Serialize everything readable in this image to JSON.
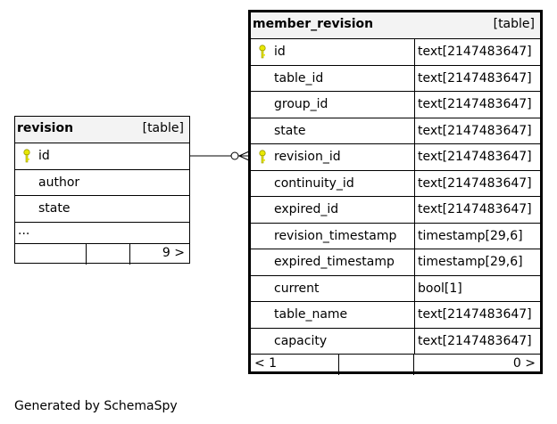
{
  "revision": {
    "name": "revision",
    "type_label": "[table]",
    "columns": [
      {
        "name": "id",
        "pk": true
      },
      {
        "name": "author",
        "pk": false
      },
      {
        "name": "state",
        "pk": false
      }
    ],
    "ellipsis": "...",
    "footer_right": "9 >"
  },
  "member_revision": {
    "name": "member_revision",
    "type_label": "[table]",
    "columns": [
      {
        "name": "id",
        "type": "text[2147483647]",
        "pk": true
      },
      {
        "name": "table_id",
        "type": "text[2147483647]",
        "pk": false
      },
      {
        "name": "group_id",
        "type": "text[2147483647]",
        "pk": false
      },
      {
        "name": "state",
        "type": "text[2147483647]",
        "pk": false
      },
      {
        "name": "revision_id",
        "type": "text[2147483647]",
        "pk": true
      },
      {
        "name": "continuity_id",
        "type": "text[2147483647]",
        "pk": false
      },
      {
        "name": "expired_id",
        "type": "text[2147483647]",
        "pk": false
      },
      {
        "name": "revision_timestamp",
        "type": "timestamp[29,6]",
        "pk": false
      },
      {
        "name": "expired_timestamp",
        "type": "timestamp[29,6]",
        "pk": false
      },
      {
        "name": "current",
        "type": "bool[1]",
        "pk": false
      },
      {
        "name": "table_name",
        "type": "text[2147483647]",
        "pk": false
      },
      {
        "name": "capacity",
        "type": "text[2147483647]",
        "pk": false
      }
    ],
    "footer_left": "< 1",
    "footer_right": "0 >"
  },
  "credit": "Generated by SchemaSpy",
  "colors": {
    "key": "#e8e800",
    "header_bg": "#f3f3f3"
  }
}
